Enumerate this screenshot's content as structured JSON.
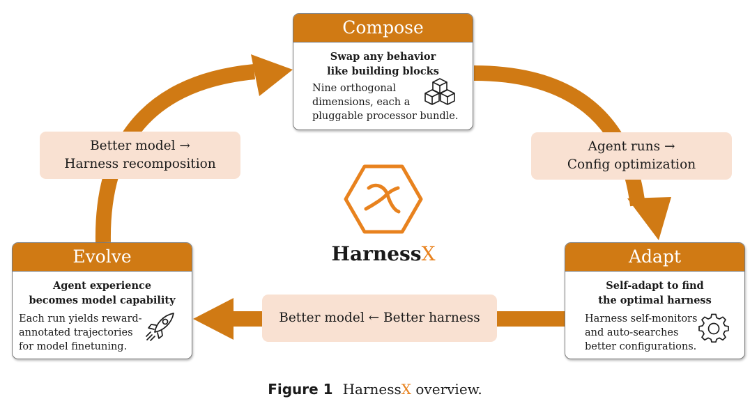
{
  "colors": {
    "accent": "#d07a14",
    "arrow": "#d07a14",
    "label_bg": "#f9e1d2",
    "logo": "#e8821e"
  },
  "cards": {
    "compose": {
      "title": "Compose",
      "subtitle": "Swap any behavior\nlike building blocks",
      "body": "Nine orthogonal\ndimensions, each a\npluggable processor bundle.",
      "icon": "blocks-icon"
    },
    "adapt": {
      "title": "Adapt",
      "subtitle": "Self-adapt to find\nthe optimal harness",
      "body": "Harness self-monitors\nand auto-searches\nbetter configurations.",
      "icon": "gear-icon"
    },
    "evolve": {
      "title": "Evolve",
      "subtitle": "Agent experience\nbecomes model capability",
      "body": "Each run yields reward-\nannotated trajectories\nfor model finetuning.",
      "icon": "rocket-icon"
    }
  },
  "labels": {
    "top_left": "Better model →\nHarness recomposition",
    "top_right": "Agent runs →\nConfig optimization",
    "bottom": "Better model ← Better harness"
  },
  "brand": {
    "name": "Harness",
    "accent": "X",
    "icon": "hexagon-x-logo-icon"
  },
  "caption": {
    "figure": "Figure 1",
    "name": "Harness",
    "accent": "X",
    "rest": " overview."
  }
}
